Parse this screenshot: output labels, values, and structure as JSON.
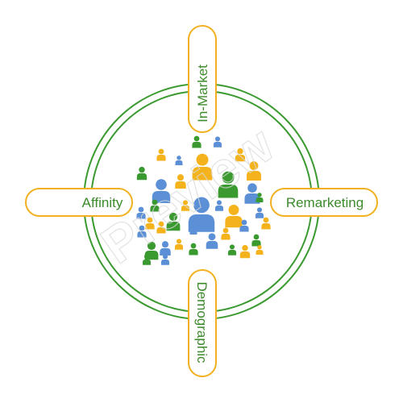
{
  "colors": {
    "green": "#3a9a30",
    "blue": "#5b8fd6",
    "yellow": "#f4b31d",
    "pill_stroke": "#f2b01e",
    "ring": "#3a9a30",
    "label_text": "#3d8a2c",
    "watermark": "#d9d9d9"
  },
  "labels": {
    "top": "In-Market",
    "left": "Affinity",
    "right": "Remarketing",
    "bottom": "Demographic"
  },
  "watermark": "Preview",
  "icons": {
    "semantic_name": "person-icon",
    "people": [
      {
        "c": "green",
        "s": 1.0
      },
      {
        "c": "blue",
        "s": 0.9
      },
      {
        "c": "yellow",
        "s": 1.0
      },
      {
        "c": "yellow",
        "s": 2.2
      },
      {
        "c": "blue",
        "s": 0.8
      },
      {
        "c": "yellow",
        "s": 1.1
      },
      {
        "c": "green",
        "s": 1.1
      },
      {
        "c": "yellow",
        "s": 1.2
      },
      {
        "c": "blue",
        "s": 2.0
      },
      {
        "c": "yellow",
        "s": 1.6
      },
      {
        "c": "green",
        "s": 2.2
      },
      {
        "c": "blue",
        "s": 1.7
      },
      {
        "c": "blue",
        "s": 0.9
      },
      {
        "c": "blue",
        "s": 2.9
      },
      {
        "c": "yellow",
        "s": 1.9
      },
      {
        "c": "green",
        "s": 1.0
      },
      {
        "c": "blue",
        "s": 1.0
      },
      {
        "c": "green",
        "s": 1.5
      },
      {
        "c": "yellow",
        "s": 1.0
      },
      {
        "c": "yellow",
        "s": 0.9
      },
      {
        "c": "green",
        "s": 1.0
      },
      {
        "c": "blue",
        "s": 1.2
      },
      {
        "c": "green",
        "s": 1.5
      },
      {
        "c": "blue",
        "s": 1.3
      },
      {
        "c": "yellow",
        "s": 1.0
      },
      {
        "c": "blue",
        "s": 1.0
      },
      {
        "c": "yellow",
        "s": 1.0
      },
      {
        "c": "blue",
        "s": 0.9
      },
      {
        "c": "green",
        "s": 1.0
      },
      {
        "c": "green",
        "s": 0.9
      },
      {
        "c": "blue",
        "s": 1.0
      },
      {
        "c": "yellow",
        "s": 1.0
      },
      {
        "c": "blue",
        "s": 0.8
      },
      {
        "c": "green",
        "s": 0.8
      },
      {
        "c": "yellow",
        "s": 0.9
      },
      {
        "c": "blue",
        "s": 0.9
      },
      {
        "c": "yellow",
        "s": 1.1
      },
      {
        "c": "green",
        "s": 0.9
      },
      {
        "c": "yellow",
        "s": 0.8
      }
    ]
  }
}
